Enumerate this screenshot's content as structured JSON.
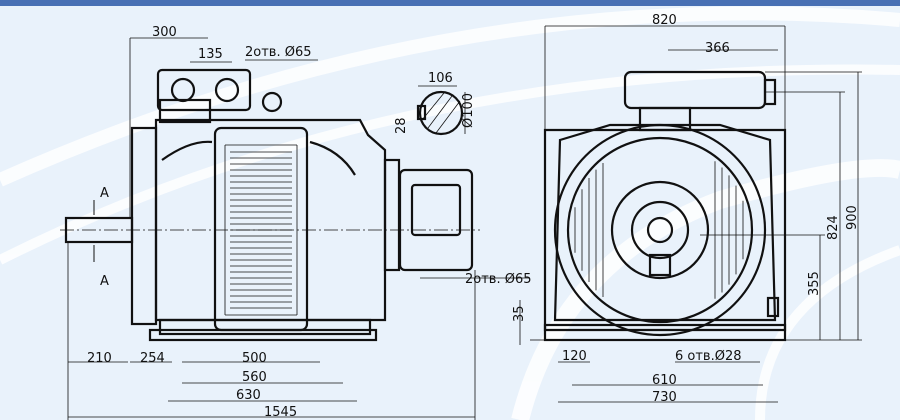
{
  "colors": {
    "background": "#e9f2fb",
    "arc": "#ffffff",
    "line": "#111111",
    "header_text": "#1f4fa3"
  },
  "side_view": {
    "dims": {
      "d300": "300",
      "d135": "135",
      "holes_top": "2отв. Ø65",
      "holes_side": "2отв. Ø65",
      "d210": "210",
      "d254": "254",
      "d500": "500",
      "d560": "560",
      "d630": "630",
      "d1545": "1545"
    },
    "section_mark": "A",
    "section_mark_bottom": "A",
    "shaft_section": {
      "d106": "106",
      "d100": "Ø100",
      "d28": "28"
    }
  },
  "front_view": {
    "dims": {
      "d820": "820",
      "d366": "366",
      "d824": "824",
      "d900": "900",
      "d355": "355",
      "d35": "35",
      "d120": "120",
      "holes_base": "6 отв.Ø28",
      "d610": "610",
      "d730": "730"
    }
  }
}
